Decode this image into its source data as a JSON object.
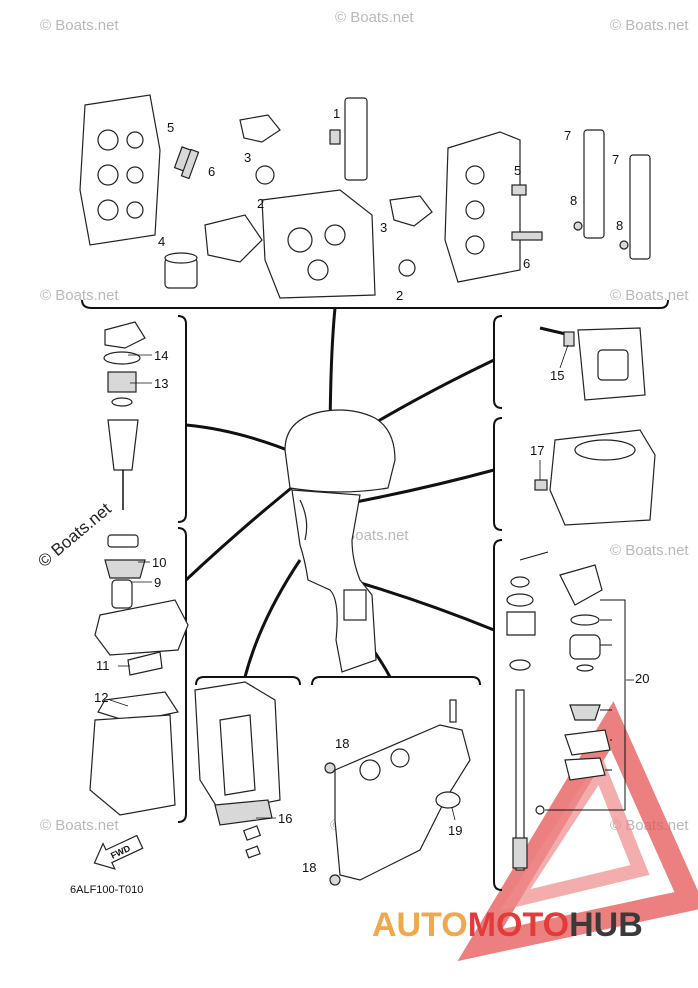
{
  "diagram": {
    "drawing_code": "6ALF100-T010",
    "fwd_label": "FWD",
    "callouts": [
      "1",
      "2",
      "3",
      "4",
      "5",
      "6",
      "7",
      "8",
      "9",
      "10",
      "11",
      "12",
      "13",
      "14",
      "15",
      "16",
      "17",
      "18",
      "19",
      "20"
    ],
    "watermark": "© Boats.net",
    "brand": {
      "part1": "AUTO",
      "part2": "MOTO",
      "part3": "HUB"
    },
    "colors": {
      "brand_orange": "#f0a84a",
      "brand_red": "#e23b3b",
      "brand_dark": "#3a3a3a",
      "ink": "#111111",
      "watermark_grey": "#b9b9b9"
    }
  }
}
